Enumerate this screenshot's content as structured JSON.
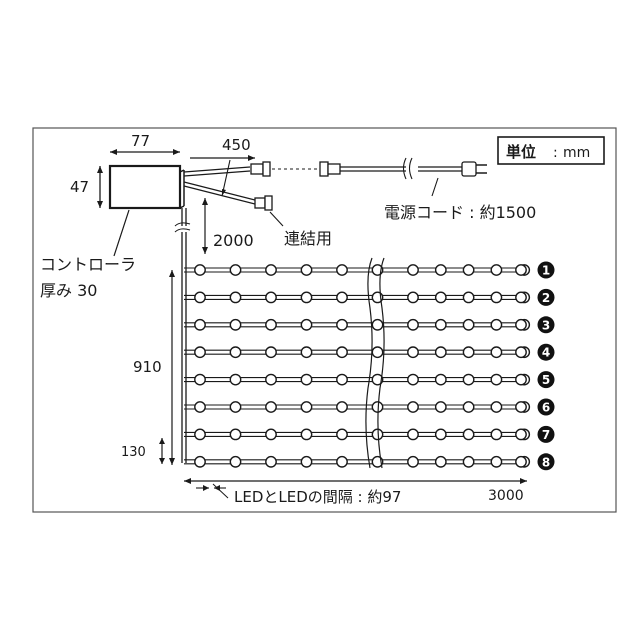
{
  "unit_box": {
    "label": "単位",
    "value": "mm"
  },
  "controller": {
    "width_label": "77",
    "height_label": "47",
    "name_label": "コントローラ",
    "thickness_label": "厚み 30"
  },
  "cables": {
    "lead_length_label": "450",
    "power_cord_label": "電源コード : 約1500",
    "connector_label": "連結用",
    "drop_length_label": "2000"
  },
  "led_panel": {
    "height_label": "910",
    "bottom_gap_label": "130",
    "pitch_label": "LEDとLEDの間隔 : 約97",
    "width_label": "3000",
    "row_markers": [
      "1",
      "2",
      "3",
      "4",
      "5",
      "6",
      "7",
      "8"
    ],
    "leds_left_per_row": 6,
    "leds_right_per_row": 5
  },
  "colors": {
    "line": "#1a1a1a",
    "frame": "#555555",
    "marker": "#111111"
  }
}
